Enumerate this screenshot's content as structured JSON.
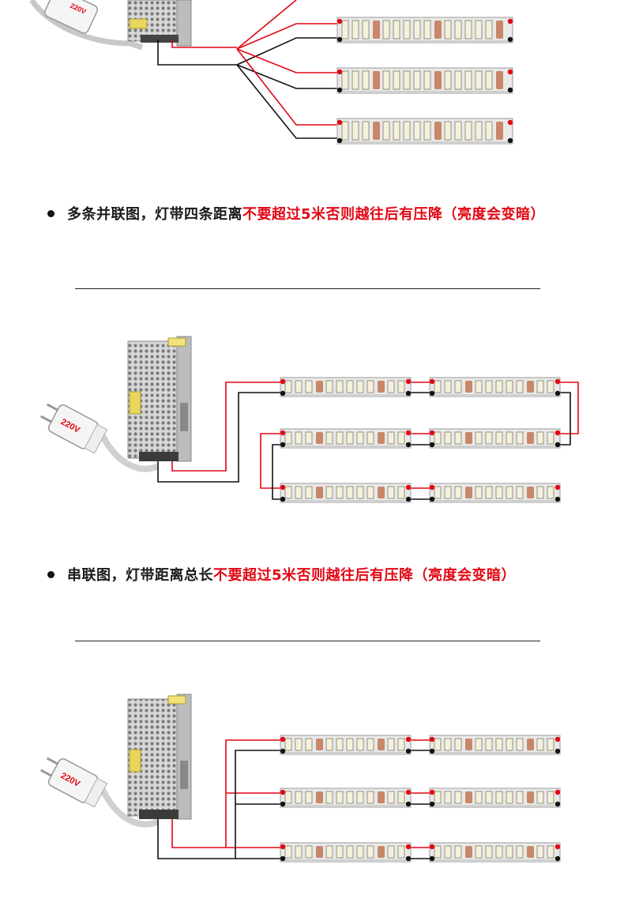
{
  "captions": {
    "parallel_multi": {
      "prefix": "多条并联图，灯带四条距离",
      "warning": "不要超过5米否则越往后有压降（亮度会变暗）"
    },
    "series": {
      "prefix": "串联图，灯带距离总长",
      "warning": "不要超过5米否则越往后有压降（亮度会变暗）"
    }
  },
  "plug_label": "220V",
  "colors": {
    "positive_wire": "#e30613",
    "negative_wire": "#111111",
    "led_chip": "#f4f0dc",
    "resistor": "#c9876a",
    "strip": "#e9e9e9"
  },
  "diagrams": [
    {
      "type": "parallel_fan_out",
      "strips": 3
    },
    {
      "type": "series",
      "rows": 3,
      "strips_per_row": 2
    },
    {
      "type": "parallel_bus",
      "rows": 3,
      "strips_per_row": 2
    }
  ]
}
